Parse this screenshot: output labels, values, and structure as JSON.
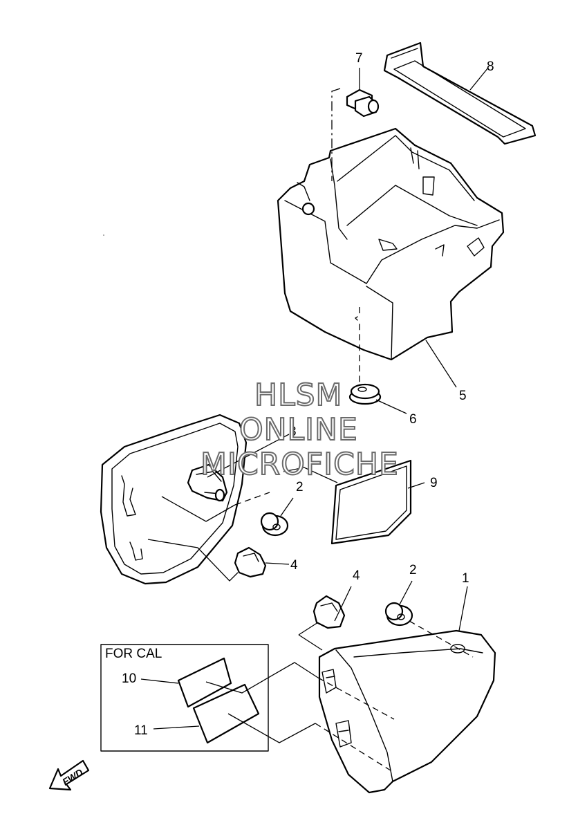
{
  "callouts": {
    "p1": "1",
    "p2_upper": "2",
    "p2_lower": "2",
    "p3": "3",
    "p4_upper": "4",
    "p4_lower": "4",
    "p5": "5",
    "p6": "6",
    "p7": "7",
    "p8": "8",
    "p9": "9",
    "p10": "10",
    "p11": "11"
  },
  "inset": {
    "title": "FOR CAL"
  },
  "direction_arrow": {
    "label": "FWD"
  },
  "watermark": {
    "line1": "HLSM",
    "line2": "ONLINE",
    "line3": "MICROFICHE"
  }
}
